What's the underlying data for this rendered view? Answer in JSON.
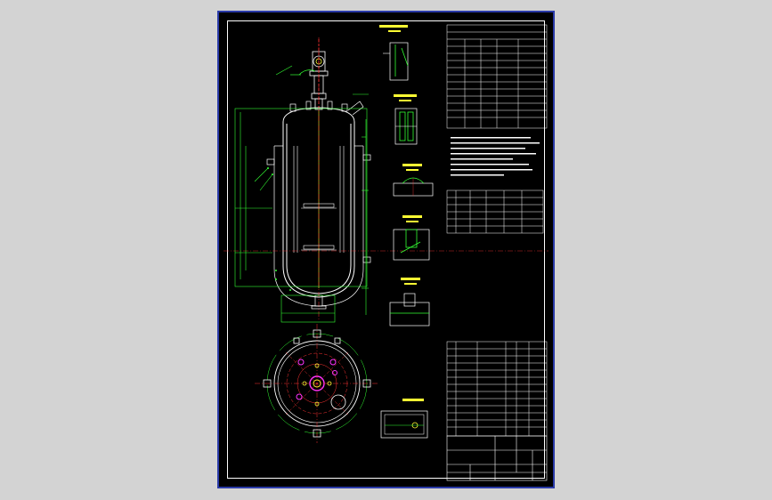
{
  "drawing": {
    "kind": "cad-drawing",
    "colors": {
      "background": "#d3d3d3",
      "sheet": "#000000",
      "border": "#2a3aa8",
      "frame": "#ffffff",
      "vessel": "#ffffff",
      "jacket": "#33ff33",
      "dimension": "#33ff33",
      "centerline": "#ff3333",
      "nozzle": "#ffff33",
      "flange": "#ff33ff",
      "table": "#ffffff"
    },
    "views": [
      "elevation-view",
      "plan-view",
      "detail-a",
      "detail-b",
      "detail-c",
      "detail-d",
      "detail-e",
      "detail-f",
      "technical-requirements-table",
      "nozzle-table",
      "parts-list",
      "title-block"
    ]
  }
}
